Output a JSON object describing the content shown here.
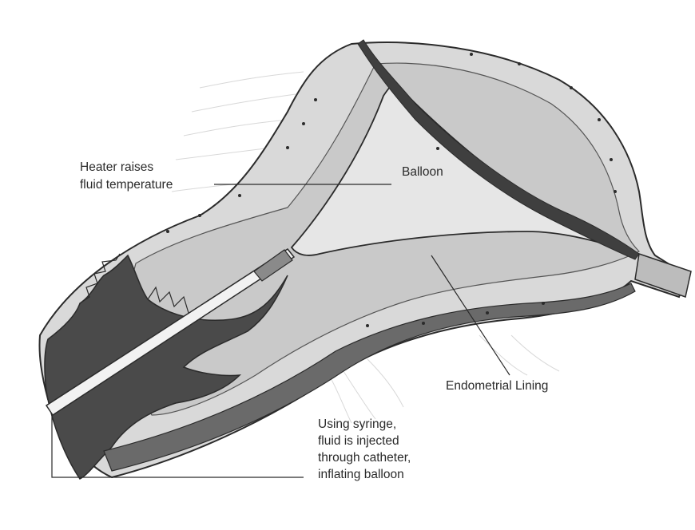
{
  "diagram": {
    "labels": {
      "heater_line1": "Heater raises",
      "heater_line2": "fluid temperature",
      "balloon": "Balloon",
      "endometrial": "Endometrial Lining",
      "syringe_line1": "Using syringe,",
      "syringe_line2": "fluid is injected",
      "syringe_line3": "through catheter,",
      "syringe_line4": "inflating balloon"
    },
    "colors": {
      "background": "#ffffff",
      "tissue_light": "#d9d9d9",
      "tissue_mid": "#bdbdbd",
      "tissue_dark": "#4a4a4a",
      "outline": "#2b2b2b",
      "catheter": "#f2f2f2"
    }
  }
}
